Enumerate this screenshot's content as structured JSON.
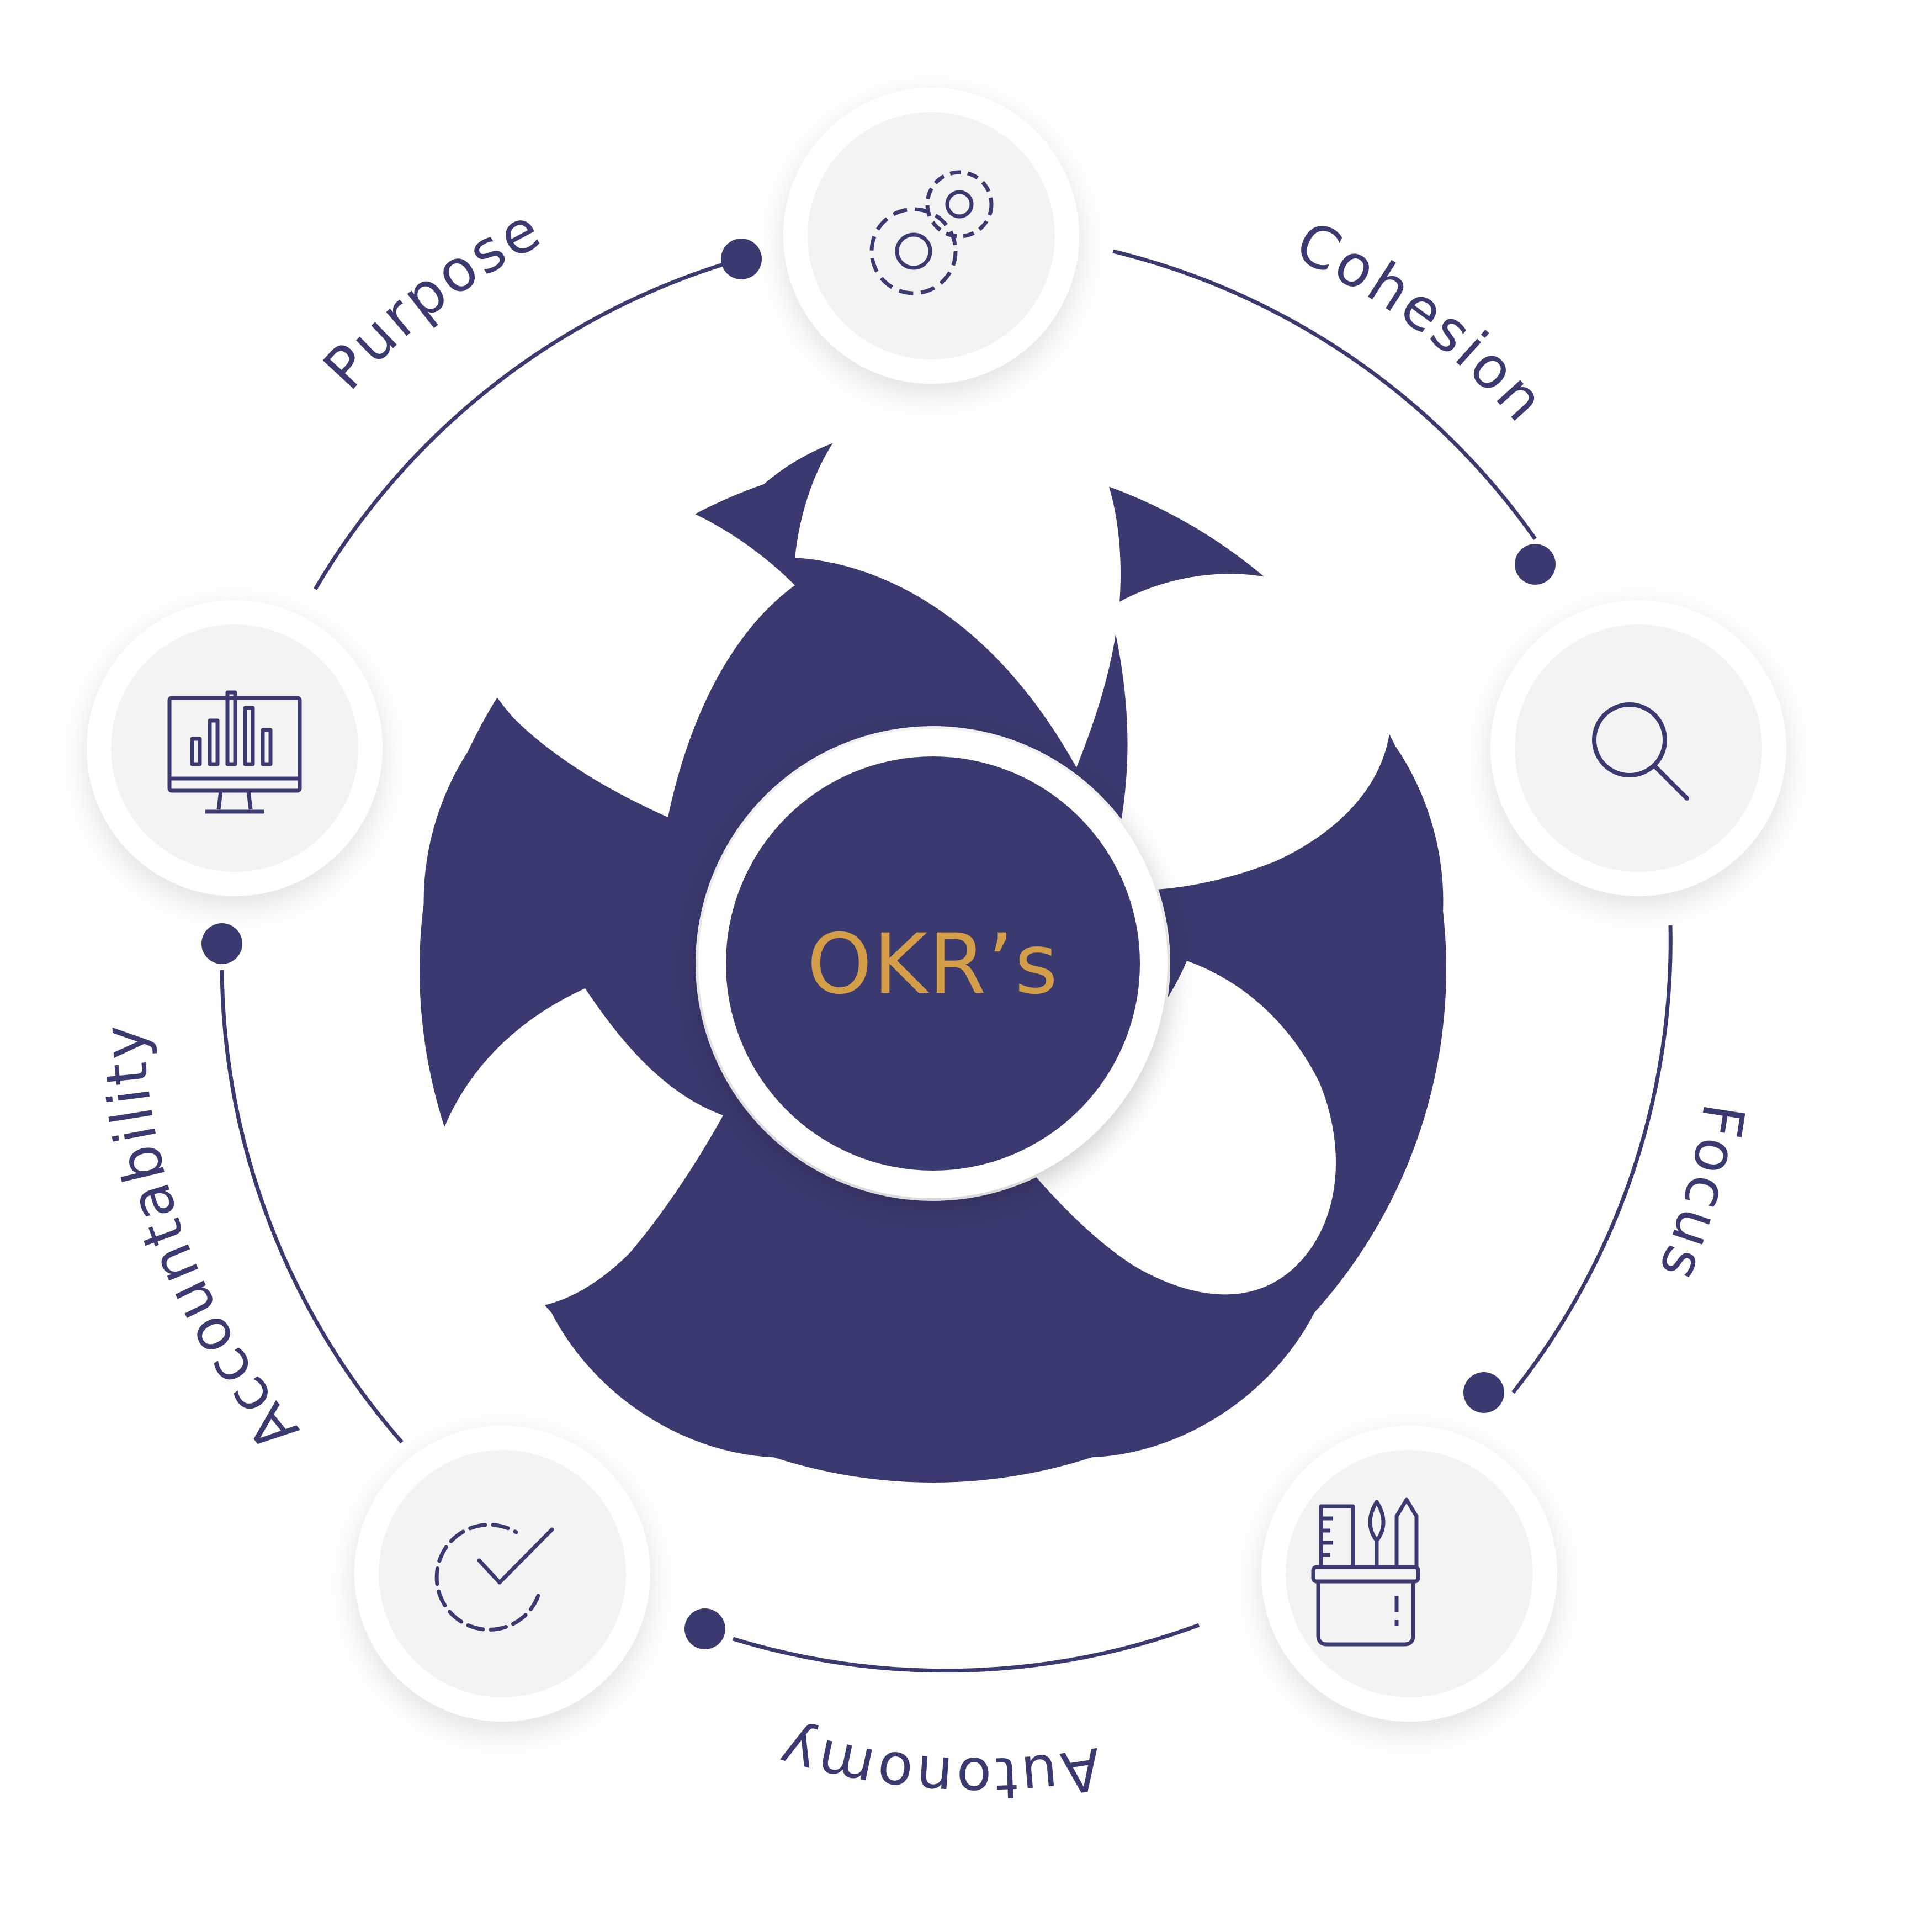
{
  "center": {
    "title": "OKR’s"
  },
  "colors": {
    "primary": "#3b3a70",
    "accent": "#d39e47",
    "node_fill": "#f3f3f4",
    "background": "#ffffff"
  },
  "labels": {
    "purpose": "Purpose",
    "cohesion": "Cohesion",
    "focus": "Focus",
    "autonomy": "Autonomy",
    "accountability": "Accountability"
  },
  "nodes": [
    {
      "icon": "gears-icon"
    },
    {
      "icon": "magnifier-icon"
    },
    {
      "icon": "tool-cup-icon"
    },
    {
      "icon": "gear-check-icon"
    },
    {
      "icon": "monitor-chart-icon"
    }
  ]
}
